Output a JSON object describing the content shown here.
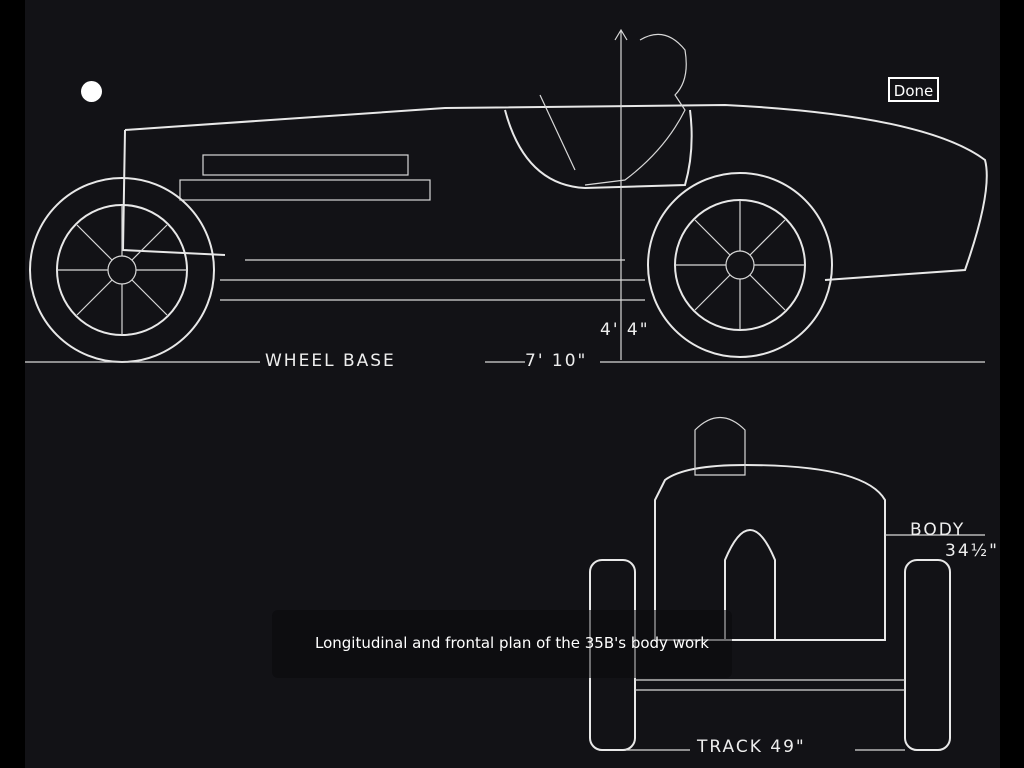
{
  "viewer": {
    "done_label": "Done",
    "caption": "Longitudinal and frontal plan of the 35B's body work"
  },
  "blueprint": {
    "wheel_base_label": "WHEEL BASE",
    "wheel_base_value": "7' 10\"",
    "height_value": "4' 4\"",
    "body_label": "BODY",
    "body_value": "34½\"",
    "track_label": "TRACK 49\""
  }
}
